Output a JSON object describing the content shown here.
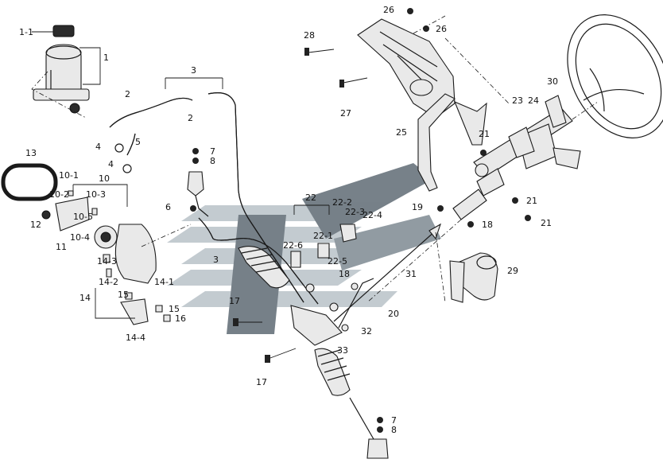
{
  "watermark": {
    "color_dark": "#5f6b74",
    "color_light": "#b9c2c8"
  },
  "callouts": {
    "c1_1": "1-1",
    "c1": "1",
    "c2a": "2",
    "c2b": "2",
    "c3a": "3",
    "c3b": "3",
    "c4a": "4",
    "c4b": "4",
    "c5": "5",
    "c6": "6",
    "c7a": "7",
    "c7b": "7",
    "c8a": "8",
    "c8b": "8",
    "c10": "10",
    "c10_1": "10-1",
    "c10_2": "10-2",
    "c10_3": "10-3",
    "c10_4": "10-4",
    "c10_5": "10-5",
    "c11": "11",
    "c12": "12",
    "c13": "13",
    "c14": "14",
    "c14_1": "14-1",
    "c14_2": "14-2",
    "c14_3": "14-3",
    "c14_4": "14-4",
    "c15a": "15",
    "c15b": "15",
    "c16": "16",
    "c17a": "17",
    "c17b": "17",
    "c18a": "18",
    "c18b": "18",
    "c19": "19",
    "c20": "20",
    "c21a": "21",
    "c21b": "21",
    "c21c": "21",
    "c22": "22",
    "c22_1": "22-1",
    "c22_2": "22-2",
    "c22_3": "22-3",
    "c22_4": "22-4",
    "c22_5": "22-5",
    "c22_6": "22-6",
    "c23": "23",
    "c24": "24",
    "c25": "25",
    "c26a": "26",
    "c26b": "26",
    "c27": "27",
    "c28": "28",
    "c29": "29",
    "c30": "30",
    "c31": "31",
    "c32": "32",
    "c33": "33"
  }
}
